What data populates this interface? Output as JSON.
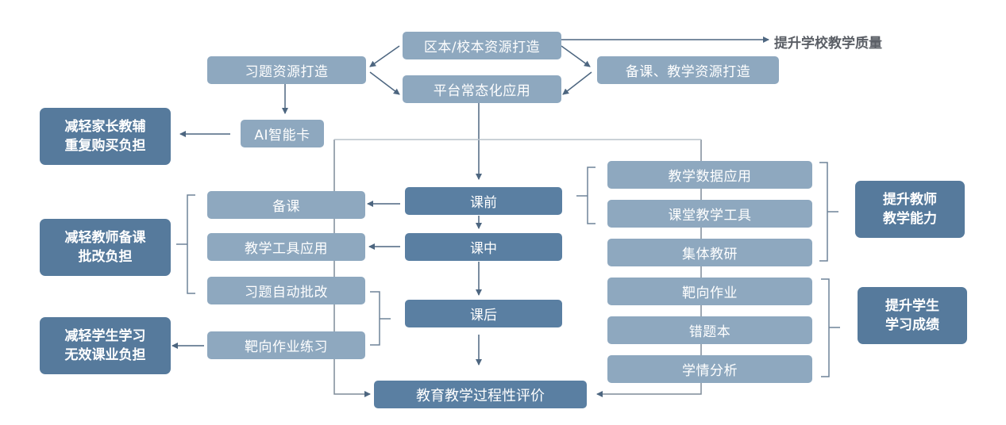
{
  "diagram": {
    "top": {
      "district_resources": "区本/校本资源打造",
      "platform_usage": "平台常态化应用",
      "exercise_resources": "习题资源打造",
      "lesson_resources": "备课、教学资源打造",
      "ai_card": "AI智能卡",
      "school_goal": "提升学校教学质量"
    },
    "stages": {
      "before": "课前",
      "during": "课中",
      "after": "课后",
      "evaluation": "教育教学过程性评价"
    },
    "left_items": {
      "lesson_prep": "备课",
      "teaching_tools": "教学工具应用",
      "auto_grading": "习题自动批改",
      "targeted_practice": "靶向作业练习"
    },
    "right_items": {
      "teaching_data": "教学数据应用",
      "classroom_tools": "课堂教学工具",
      "group_research": "集体教研",
      "targeted_homework": "靶向作业",
      "mistake_book": "错题本",
      "learning_analysis": "学情分析"
    },
    "outcomes": {
      "parents": [
        "减轻家长教辅",
        "重复购买负担"
      ],
      "teachers_burden": [
        "减轻教师备课",
        "批改负担"
      ],
      "students_burden": [
        "减轻学生学习",
        "无效课业负担"
      ],
      "teacher_ability": [
        "提升教师",
        "教学能力"
      ],
      "student_scores": [
        "提升学生",
        "学习成绩"
      ]
    }
  },
  "colors": {
    "light_box": "#8ea8bf",
    "stage_box": "#5a7fa2",
    "outcome_box": "#567a9c",
    "arrow": "#4d6680",
    "loop_line": "#b8c2ca",
    "goal_text": "#5b5f66"
  }
}
